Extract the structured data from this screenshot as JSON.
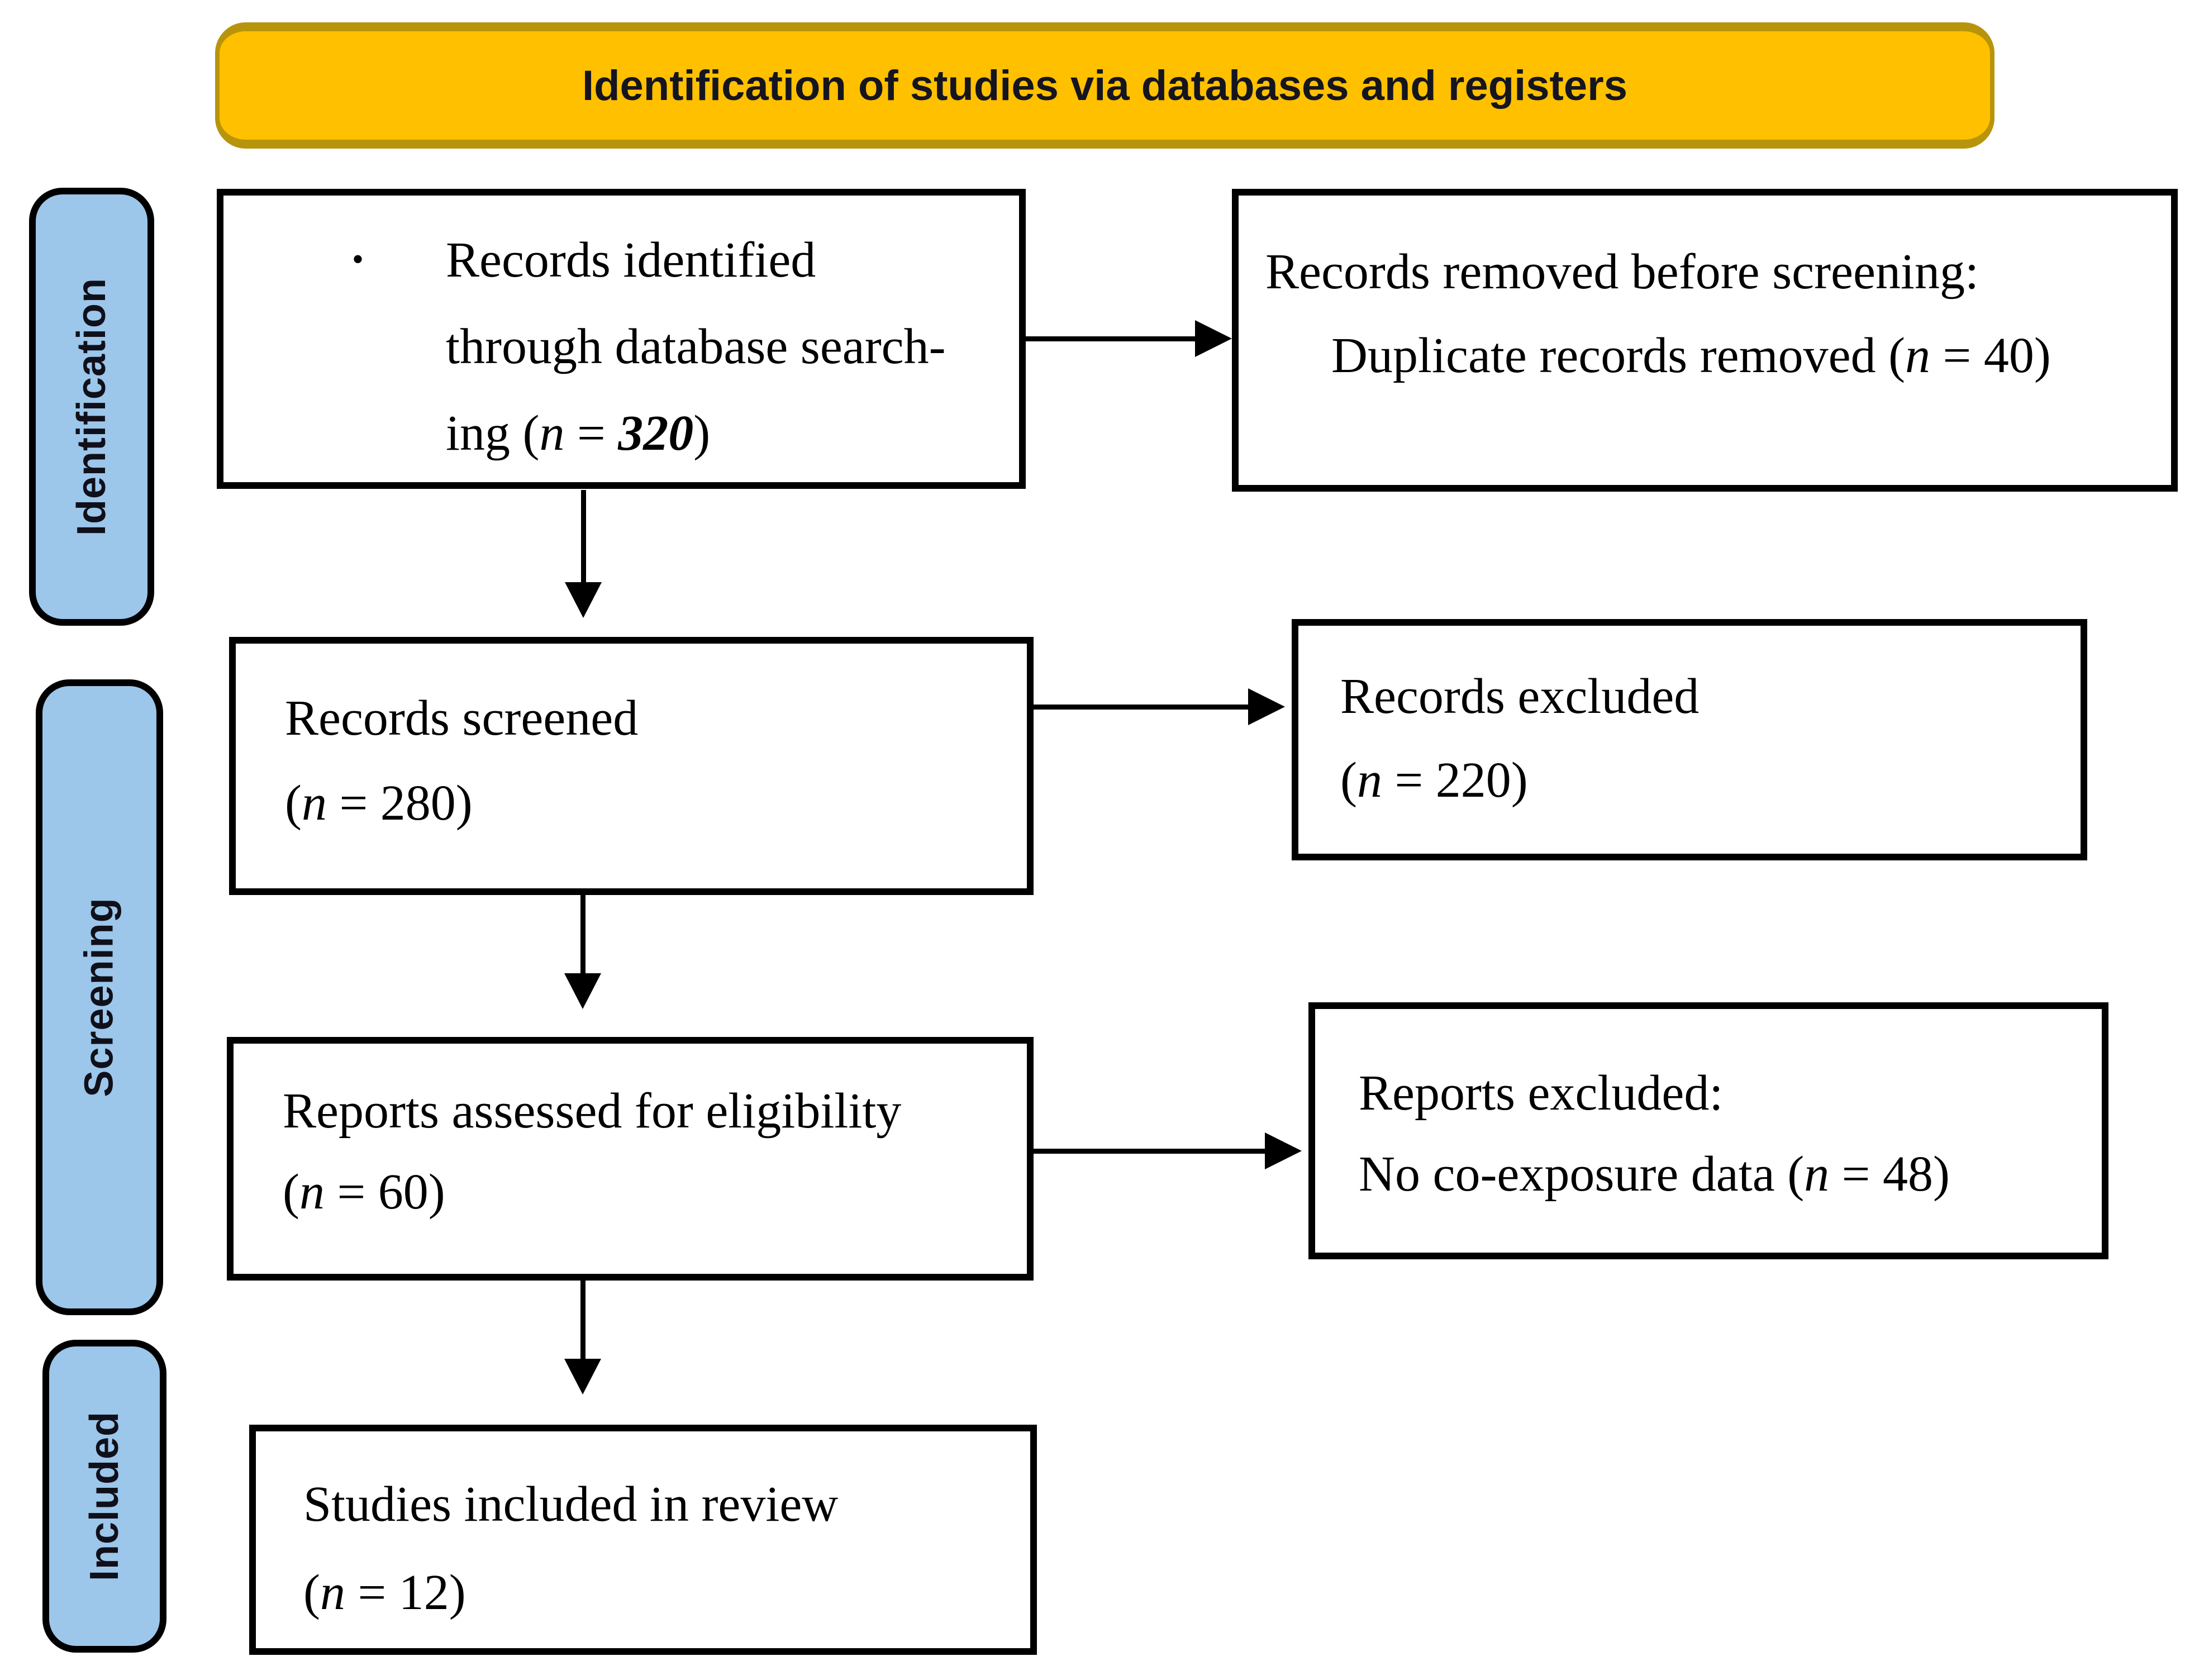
{
  "header": {
    "title": "Identification of studies via databases and registers"
  },
  "colors": {
    "banner_fill": "#FFC000",
    "banner_border": "#B8940C",
    "stage_fill": "#9CC6EA",
    "box_fill": "#FFFFFF",
    "box_border": "#000000",
    "text": "#000000"
  },
  "stages": [
    {
      "label": "Identification"
    },
    {
      "label": "Screening"
    },
    {
      "label": "Included"
    }
  ],
  "boxes": {
    "identified": {
      "bullet": "•",
      "line1": "Records identified",
      "line2": "through database search-",
      "stat": {
        "pre": "ing (",
        "n": "n",
        "eq": " = ",
        "value": "320",
        "close": ")"
      }
    },
    "removed": {
      "line1": "Records removed before screening:",
      "stat": {
        "pre": "Duplicate records removed (",
        "n": "n",
        "eq": " = ",
        "value": "40",
        "close": ")"
      }
    },
    "screened": {
      "line1": "Records screened",
      "stat": {
        "pre": "(",
        "n": "n",
        "eq": " = ",
        "value": "280",
        "close": ")"
      }
    },
    "excluded": {
      "line1": "Records excluded",
      "stat": {
        "pre": "(",
        "n": "n",
        "eq": " = ",
        "value": "220",
        "close": ")"
      }
    },
    "assessed": {
      "line1": "Reports assessed for eligibility",
      "stat": {
        "pre": "(",
        "n": "n",
        "eq": " = ",
        "value": "60",
        "close": ")"
      }
    },
    "reports_excluded": {
      "line1": "Reports excluded:",
      "stat": {
        "pre": "No co-exposure data (",
        "n": "n",
        "eq": " = ",
        "value": "48",
        "close": ")"
      }
    },
    "included": {
      "line1": "Studies included in review",
      "stat": {
        "pre": "(",
        "n": "n",
        "eq": " = ",
        "value": "12",
        "close": ")"
      }
    }
  }
}
